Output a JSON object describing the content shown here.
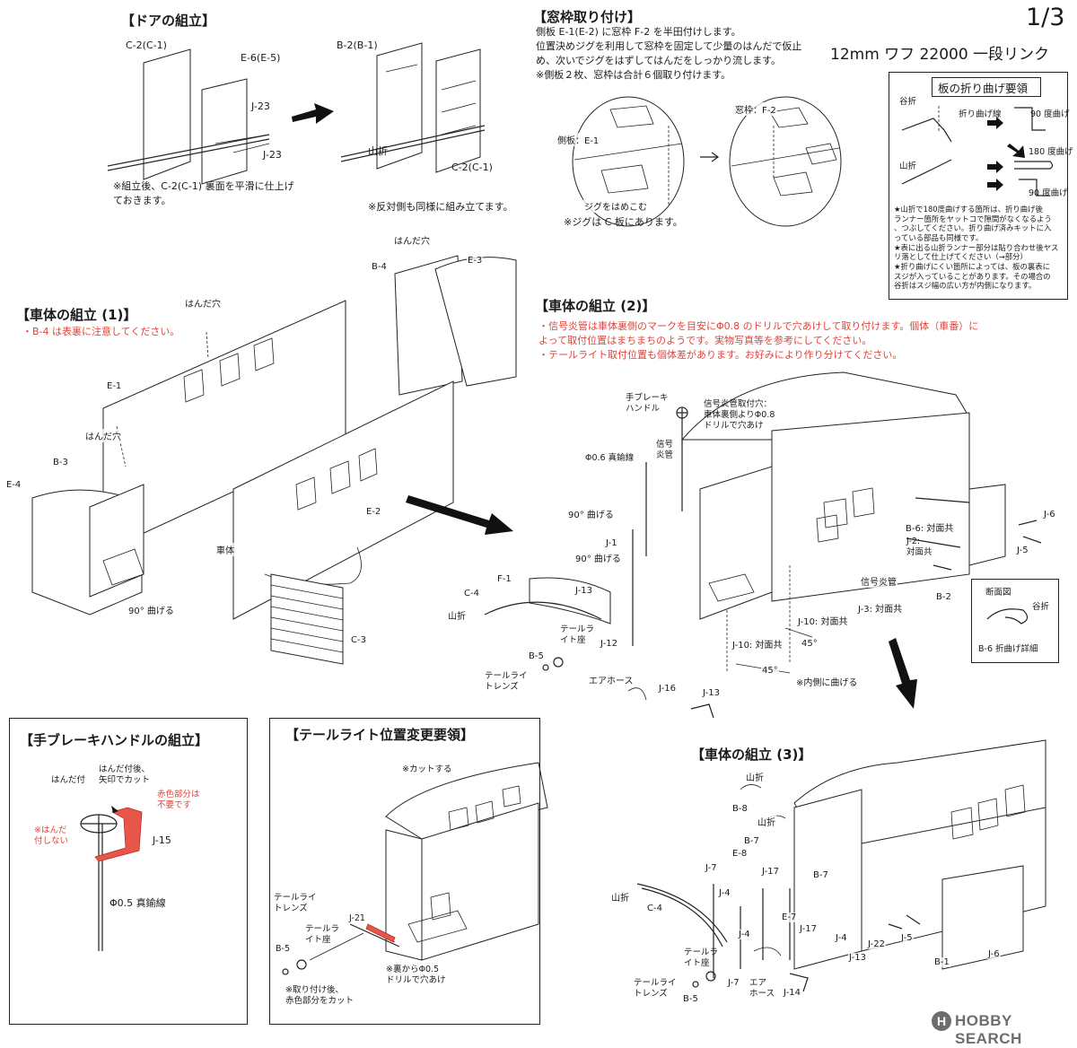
{
  "page": {
    "number": "1/3",
    "product": "12mm ワフ 22000 一段リンク"
  },
  "door": {
    "heading": "【ドアの組立】",
    "labels": {
      "c2": "C-2(C-1)",
      "e6": "E-6(E-5)",
      "j23a": "J-23",
      "j23b": "J-23",
      "b2": "B-2(B-1)",
      "yamaori": "山折",
      "c2b": "C-2(C-1)"
    },
    "note1": [
      "※組立後、C-2(C-1) 裏面を平滑に仕上げ",
      "ておきます。"
    ],
    "note2": "※反対側も同様に組み立てます。"
  },
  "window": {
    "heading": "【窓枠取り付け】",
    "lines": [
      "側板 E-1(E-2) に窓枠 F-2 を半田付けします。",
      "位置決めジグを利用して窓枠を固定して少量のはんだで仮止",
      "め、次いでジグをはずしてはんだをしっかり流します。",
      "※側板２枚、窓枠は合計６個取り付けます。"
    ],
    "labels": {
      "sideplate": "側板：E-1",
      "jig": "ジグをはめこむ",
      "frame": "窓枠：F-2"
    },
    "jignote": "※ジグは C 板にあります。"
  },
  "bend": {
    "title": "板の折り曲げ要領",
    "labels": {
      "taniori": "谷折",
      "line": "折り曲げ線",
      "d90a": "90 度曲げ",
      "yamaori": "山折",
      "d180": "180 度曲げ",
      "d90b": "90 度曲げ"
    },
    "notes": [
      "★山折で180度曲げする箇所は、折り曲げ後",
      "ランナー箇所をヤットコで隙間がなくなるよう",
      "、つぶしてください。折り曲げ済みキットに入",
      "っている部品も同様です。",
      "★表に出る山折ランナー部分は貼り合わせ後ヤス",
      "リ落として仕上げてください（→部分）",
      "★折り曲げにくい箇所によっては、板の裏表に",
      "スジが入っていることがあります。その場合の",
      "谷折はスジ幅の広い方が内側になります。"
    ]
  },
  "body1": {
    "heading": "【車体の組立 (1)】",
    "warning": "・B-4 は表裏に注意してください。",
    "labels": {
      "handa1": "はんだ穴",
      "b4": "B-4",
      "e3": "E-3",
      "handa2": "はんだ穴",
      "e1": "E-1",
      "handa3": "はんだ穴",
      "b3": "B-3",
      "e4": "E-4",
      "shatai": "車体",
      "e2": "E-2",
      "deg90": "90° 曲げる",
      "c3": "C-3"
    }
  },
  "body2": {
    "heading": "【車体の組立 (2)】",
    "notes": [
      "・信号炎管は車体裏側のマークを目安にΦ0.8 のドリルで穴あけして取り付けます。個体（車番）に",
      "よって取付位置はまちまちのようです。実物写真等を参考にしてください。",
      "・テールライト取付位置も個体差があります。お好みにより作り分けてください。"
    ],
    "labels": {
      "brake": "手ブレーキ",
      "handle": "ハンドル",
      "signalhole1": "信号炎管取付穴：",
      "signalhole2": "車体裏側よりΦ0.8",
      "signalhole3": "ドリルで穴あけ",
      "wire": "Φ0.6 真鍮線",
      "signal1": "信号",
      "signal2": "炎管",
      "deg90a": "90° 曲げる",
      "j1": "J-1",
      "deg90b": "90° 曲げる",
      "b6": "B-6: 対面共",
      "j6": "J-6",
      "j2": "J-2:",
      "j2b": "対面共",
      "j5": "J-5",
      "f1": "F-1",
      "c4": "C-4",
      "j13a": "J-13",
      "yamaori": "山折",
      "signaltube": "信号炎管",
      "j3": "J-3: 対面共",
      "b2": "B-2",
      "tlseat1": "テールラ",
      "tlseat2": "イト座",
      "j12": "J-12",
      "j10a": "J-10: 対面共",
      "b5": "B-5",
      "j10b": "J-10: 対面共",
      "deg45a": "45°",
      "tllens1": "テールライ",
      "tllens2": "トレンズ",
      "airhose": "エアホース",
      "deg45b": "45°",
      "j16": "J-16",
      "inner": "※内側に曲げる",
      "j13b": "J-13",
      "section": "断面図",
      "taniori": "谷折",
      "b6detail": "B-6 折曲げ詳細"
    }
  },
  "handbrake": {
    "heading": "【手ブレーキハンドルの組立】",
    "labels": {
      "solder": "はんだ付",
      "after1": "はんだ付後、",
      "after2": "矢印でカット",
      "red1": "赤色部分は",
      "red2": "不要です",
      "nosolder1": "※はんだ",
      "nosolder2": "付しない",
      "j15": "J-15",
      "wire": "Φ0.5 真鍮線"
    }
  },
  "taillight": {
    "heading": "【テールライト位置変更要領】",
    "labels": {
      "cut": "※カットする",
      "lens1": "テールライ",
      "lens2": "トレンズ",
      "seat1": "テールラ",
      "seat2": "イト座",
      "j21": "J-21",
      "b5": "B-5",
      "drill1": "※裏からΦ0.5",
      "drill2": "ドリルで穴あけ",
      "after1": "※取り付け後、",
      "after2": "赤色部分をカット"
    }
  },
  "body3": {
    "heading": "【車体の組立 (3)】",
    "labels": {
      "yamaori1": "山折",
      "b8": "B-8",
      "yamaori2": "山折",
      "b7a": "B-7",
      "e8": "E-8",
      "j7a": "J-7",
      "j17a": "J-17",
      "b7b": "B-7",
      "j4a": "J-4",
      "yamaori3": "山折",
      "c4": "C-4",
      "e7": "E-7",
      "j4b": "J-4",
      "j17b": "J-17",
      "j4c": "J-4",
      "j22": "J-22",
      "j5": "J-5",
      "j13": "J-13",
      "b1": "B-1",
      "j6": "J-6",
      "seat1": "テールラ",
      "seat2": "イト座",
      "j7b": "J-7",
      "air1": "エア",
      "air2": "ホース",
      "lens1": "テールライ",
      "lens2": "トレンズ",
      "j14": "J-14",
      "b5": "B-5"
    }
  },
  "watermark": {
    "brand": "HOBBY SEARCH",
    "logo_icon": "hobbysearch-logo-icon"
  }
}
